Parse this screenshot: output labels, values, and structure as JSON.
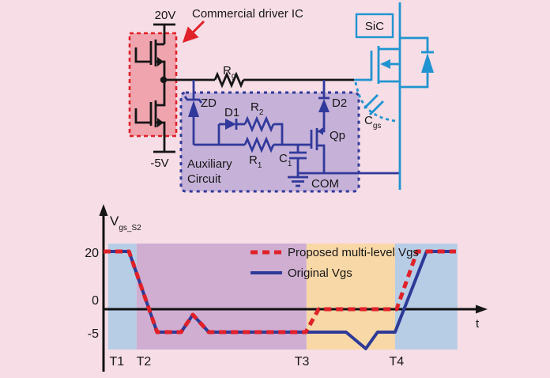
{
  "figure": {
    "bg_color": "#f7dde6"
  },
  "circuit": {
    "supply_top_label": "20V",
    "supply_bottom_label": "-5V",
    "driver_box_label": "Commercial driver IC",
    "aux_box_label_line1": "Auxiliary",
    "aux_box_label_line2": "Circuit",
    "sic_label": "SiC",
    "com_label": "COM",
    "components": {
      "rg": {
        "base": "R",
        "sub": "g"
      },
      "zd": {
        "label": "ZD"
      },
      "d1": {
        "label": "D1"
      },
      "r2": {
        "base": "R",
        "sub": "2"
      },
      "r1": {
        "base": "R",
        "sub": "1"
      },
      "c1": {
        "base": "C",
        "sub": "1"
      },
      "d2": {
        "label": "D2"
      },
      "qp": {
        "label": "Qp"
      },
      "cgs": {
        "base": "C",
        "sub": "gs"
      }
    },
    "colors": {
      "driver_box_border": "#e02129",
      "driver_box_fill": "#f0a4ae",
      "aux_box_border": "#31399b",
      "aux_box_fill": "#c6b2d8",
      "aux_wire": "#31399b",
      "sic_wire": "#2094d0",
      "main_wire": "#161616"
    }
  },
  "chart_data": {
    "type": "line",
    "title": "",
    "ylabel": {
      "base": "V",
      "sub": "gs_S2"
    },
    "xlabel": "t",
    "ylim": [
      -9,
      23
    ],
    "x_units": "normalized time (0-1, unlabeled axis)",
    "yticks": [
      {
        "label": "20",
        "value": 20
      },
      {
        "label": "0",
        "value": 0
      },
      {
        "label": "-5",
        "value": -5
      }
    ],
    "time_markers": [
      {
        "label": "T1",
        "x": 0.035
      },
      {
        "label": "T2",
        "x": 0.106
      },
      {
        "label": "T3",
        "x": 0.522
      },
      {
        "label": "T4",
        "x": 0.771
      }
    ],
    "regions": [
      {
        "from": 0.012,
        "to": 0.087,
        "color": "#b7cde6"
      },
      {
        "from": 0.087,
        "to": 0.534,
        "color": "#cfaed2"
      },
      {
        "from": 0.534,
        "to": 0.767,
        "color": "#f9d8a7"
      },
      {
        "from": 0.767,
        "to": 0.931,
        "color": "#b7cde6"
      }
    ],
    "series": [
      {
        "name": "Proposed multi-level Vgs",
        "color": "#e02129",
        "style": "dashed",
        "points": [
          [
            0,
            20
          ],
          [
            0.067,
            20
          ],
          [
            0.141,
            -5
          ],
          [
            0.204,
            -5
          ],
          [
            0.235,
            -1.2
          ],
          [
            0.277,
            -5
          ],
          [
            0.532,
            -5
          ],
          [
            0.566,
            0
          ],
          [
            0.771,
            0
          ],
          [
            0.825,
            20
          ],
          [
            0.927,
            20
          ]
        ]
      },
      {
        "name": "Original Vgs",
        "color": "#2e3a97",
        "style": "solid",
        "points": [
          [
            0,
            20
          ],
          [
            0.067,
            20
          ],
          [
            0.141,
            -5
          ],
          [
            0.204,
            -5
          ],
          [
            0.235,
            -1.2
          ],
          [
            0.277,
            -5
          ],
          [
            0.638,
            -5
          ],
          [
            0.69,
            -8.6
          ],
          [
            0.721,
            -5
          ],
          [
            0.767,
            -5
          ],
          [
            0.85,
            20
          ],
          [
            0.927,
            20
          ]
        ]
      }
    ],
    "legend_position": "top-center",
    "grid": false
  }
}
